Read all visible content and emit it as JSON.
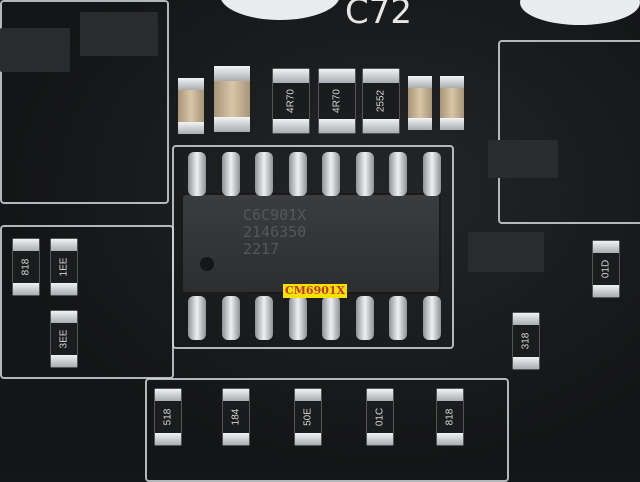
{
  "chip": {
    "marking": "CM6901X",
    "body_text": [
      "C6C901X",
      "2146350",
      "2217"
    ]
  },
  "silkscreen": {
    "top_label": "C72"
  },
  "resistor_codes": [
    "4R70",
    "4R70",
    "2552",
    "818",
    "1EE",
    "3EE",
    "518",
    "184",
    "50E",
    "01C",
    "818",
    "01D",
    "318"
  ],
  "colors": {
    "label_bg": "#f5e10a",
    "label_text": "#c0392b",
    "board": "#151617"
  }
}
